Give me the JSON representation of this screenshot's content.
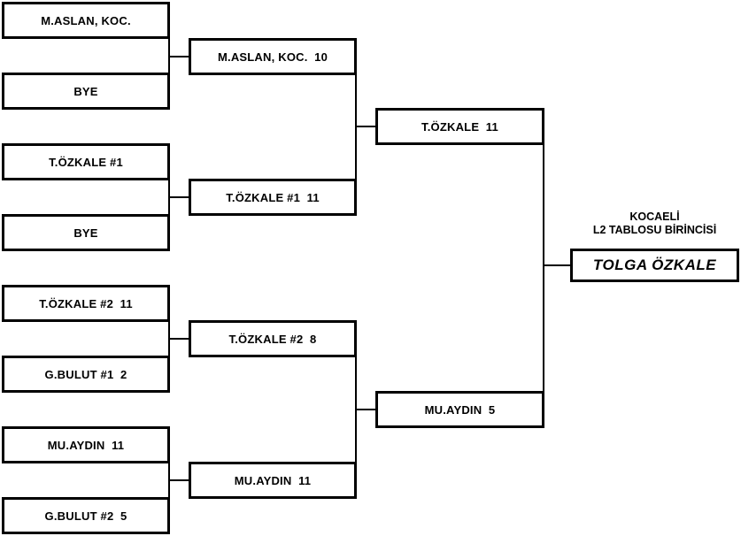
{
  "bracket": {
    "round1": [
      {
        "label": "M.ASLAN, KOC."
      },
      {
        "label": "BYE"
      },
      {
        "label": "T.ÖZKALE #1"
      },
      {
        "label": "BYE"
      },
      {
        "label": "T.ÖZKALE #2  11"
      },
      {
        "label": "G.BULUT #1  2"
      },
      {
        "label": "MU.AYDIN  11"
      },
      {
        "label": "G.BULUT #2  5"
      }
    ],
    "round2": [
      {
        "label": "M.ASLAN, KOC.  10"
      },
      {
        "label": "T.ÖZKALE #1  11"
      },
      {
        "label": "T.ÖZKALE #2  8"
      },
      {
        "label": "MU.AYDIN  11"
      }
    ],
    "round3": [
      {
        "label": "T.ÖZKALE  11"
      },
      {
        "label": "MU.AYDIN  5"
      }
    ],
    "winner": {
      "title_line1": "KOCAELİ",
      "title_line2": "L2 TABLOSU BİRİNCİSİ",
      "name": "TOLGA ÖZKALE"
    }
  },
  "style": {
    "line_color": "#000000",
    "background": "#ffffff"
  }
}
